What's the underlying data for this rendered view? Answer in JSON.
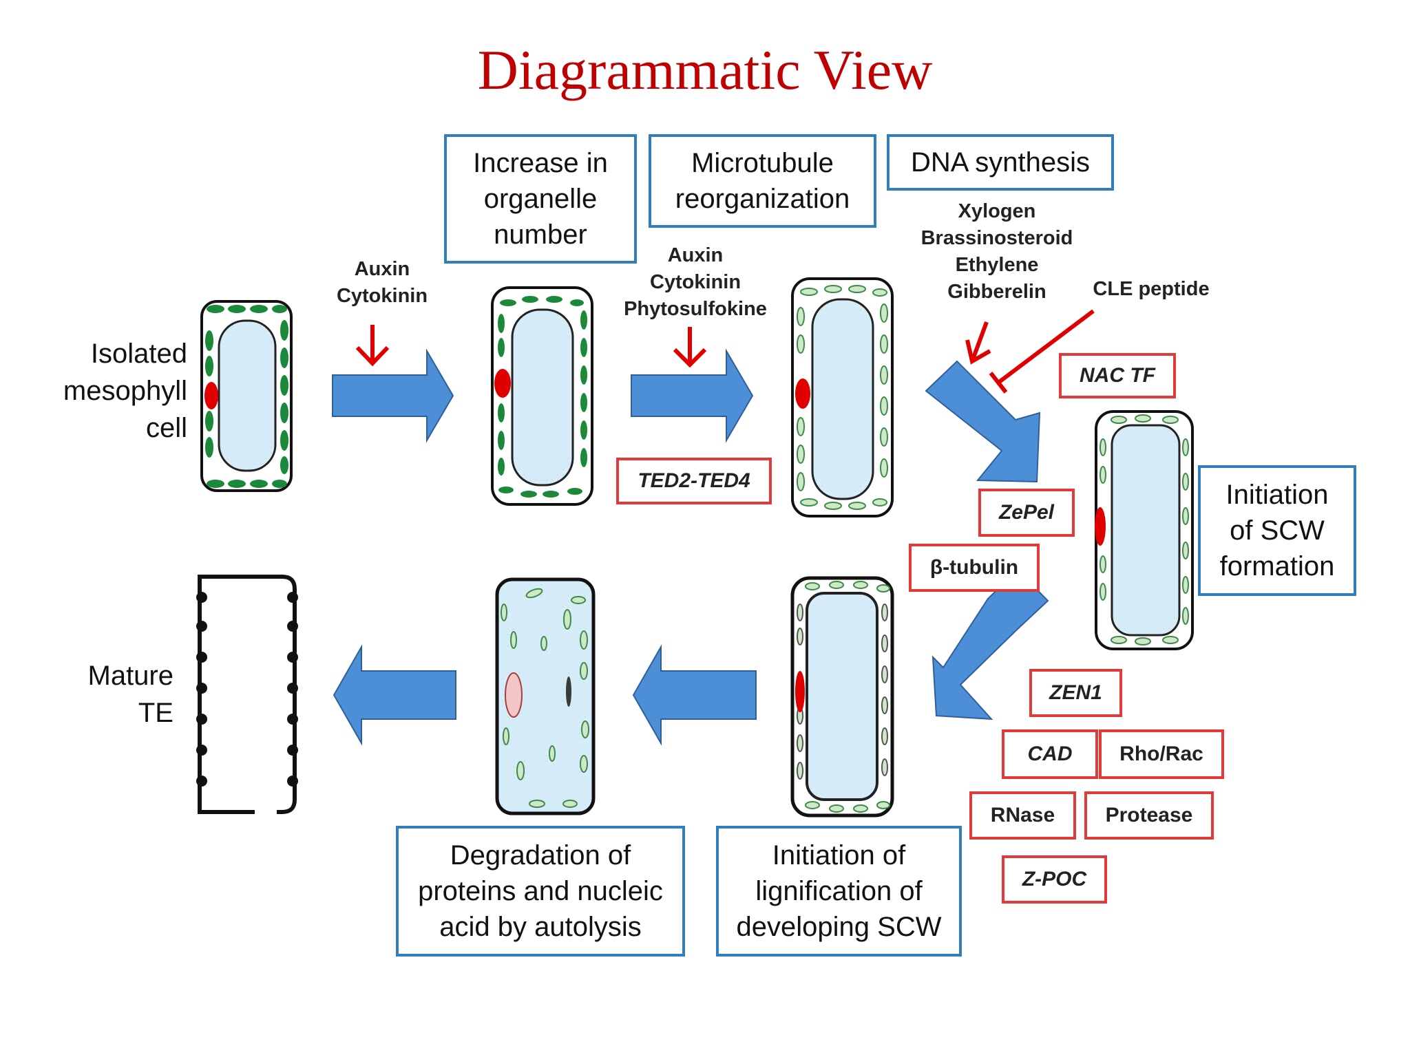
{
  "title": "Diagrammatic View",
  "labels": {
    "isolated": "Isolated\nmesophyll\ncell",
    "mature": "Mature\nTE"
  },
  "process_boxes": {
    "organelle": "Increase in\norganelle\nnumber",
    "microtubule": "Microtubule\nreorganization",
    "dna": "DNA synthesis",
    "scw_formation": "Initiation\nof SCW\nformation",
    "lignification": "Initiation of\nlignification of\ndeveloping SCW",
    "degradation": "Degradation of\nproteins and nucleic\nacid by autolysis"
  },
  "hormones": {
    "step1": "Auxin\nCytokinin",
    "step2": "Auxin\nCytokinin\nPhytosulfokine",
    "step3": "Xylogen\nBrassinosteroid\nEthylene\nGibberelin",
    "cle": "CLE peptide"
  },
  "genes": {
    "ted": "TED2-TED4",
    "nac": "NAC TF",
    "zepel": "ZePel",
    "tubulin": "β-tubulin",
    "zen1": "ZEN1",
    "cad": "CAD",
    "rho": "Rho/Rac",
    "rnase": "RNase",
    "protease": "Protease",
    "zpoc": "Z-POC"
  },
  "colors": {
    "title": "#c00000",
    "box_border": "#2f7fbf",
    "gene_border": "#e03a3a",
    "arrow_fill": "#4d8fd6",
    "vacuole": "#d6ecf8",
    "chloroplast": "#1a8a3a",
    "nucleus": "#e00000"
  }
}
